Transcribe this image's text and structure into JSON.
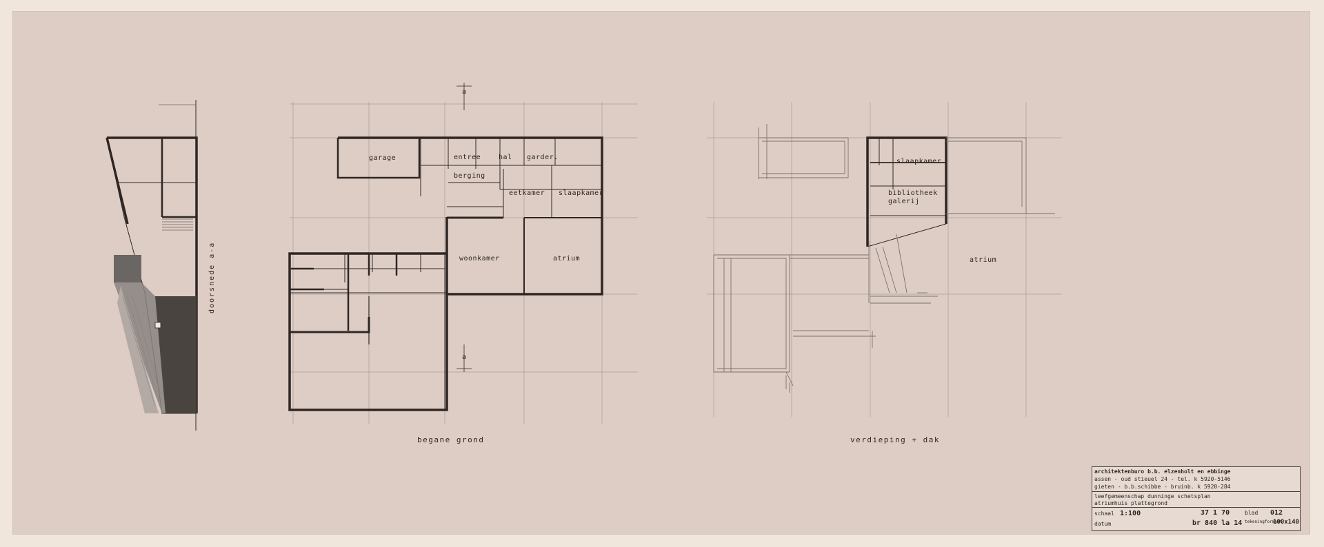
{
  "plans": {
    "ground_title": "begane grond",
    "upper_title": "verdieping + dak",
    "section_title": "doorsnede a-a",
    "section_marker": "a"
  },
  "rooms": {
    "garage": "garage",
    "entree": "entree",
    "hal": "hal",
    "garder": "garder.",
    "berging": "berging",
    "eetkamer": "eetkamer",
    "slaapkamer": "slaapkamer",
    "woonkamer": "woonkamer",
    "atrium": "atrium",
    "upper_slaapkamer": "slaapkamer",
    "bibliotheek": "bibliotheek",
    "galerij": "galerij",
    "upper_atrium": "atrium"
  },
  "titleblock": {
    "office": "architektenburo   b.b. elzenholt  en  ebbinge",
    "address1": "assen  -  oud  stieuel  24   -  tel. k 5920-5146",
    "address2": "gieten  -  b.b.schibbe  -  bruinb. k 5920-284",
    "project1": "leefgemeenschap dunninge     schetsplan",
    "project2": "atriumhuis  plattegrond",
    "schaal_label": "schaal",
    "schaal_value": "1:100",
    "datum_label": "datum",
    "date_value": "37 1 70",
    "number_value": "br 840  la 14",
    "blad_label": "blad",
    "blad_value": "012",
    "format_label": "tekeningformaat",
    "format_value": "100x140"
  },
  "colors": {
    "paper": "#ddcdc5",
    "ink": "#2e2623",
    "wall": "#2f2624",
    "grid": "#a89c96"
  }
}
